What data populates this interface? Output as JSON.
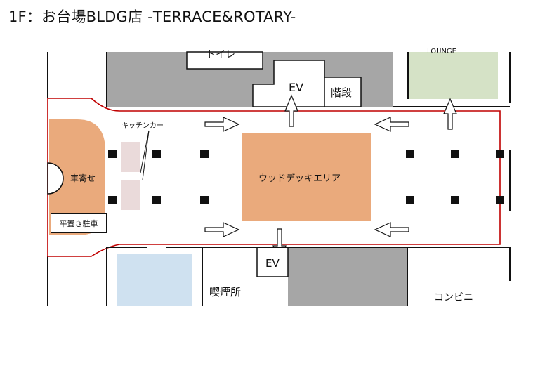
{
  "title": "1F：お台場BLDG店 -TERRACE&ROTARY-",
  "labels": {
    "toilet": "トイレ",
    "lounge": "LOUNGE",
    "ev_top": "EV",
    "stairs": "階段",
    "kitchen_car": "キッチンカー",
    "wood_deck": "ウッドデッキエリア",
    "pickup": "車寄せ",
    "parking": "平置き駐車",
    "ev_bottom": "EV",
    "smoking": "喫煙所",
    "convenience": "コンビニ"
  },
  "colors": {
    "gray": "#a6a6a6",
    "lounge_green": "#d5e2c6",
    "wood": "#eaaa7c",
    "kitchen_pink": "#eadada",
    "light_blue": "#cfe1f0",
    "route_red": "#c00000"
  }
}
